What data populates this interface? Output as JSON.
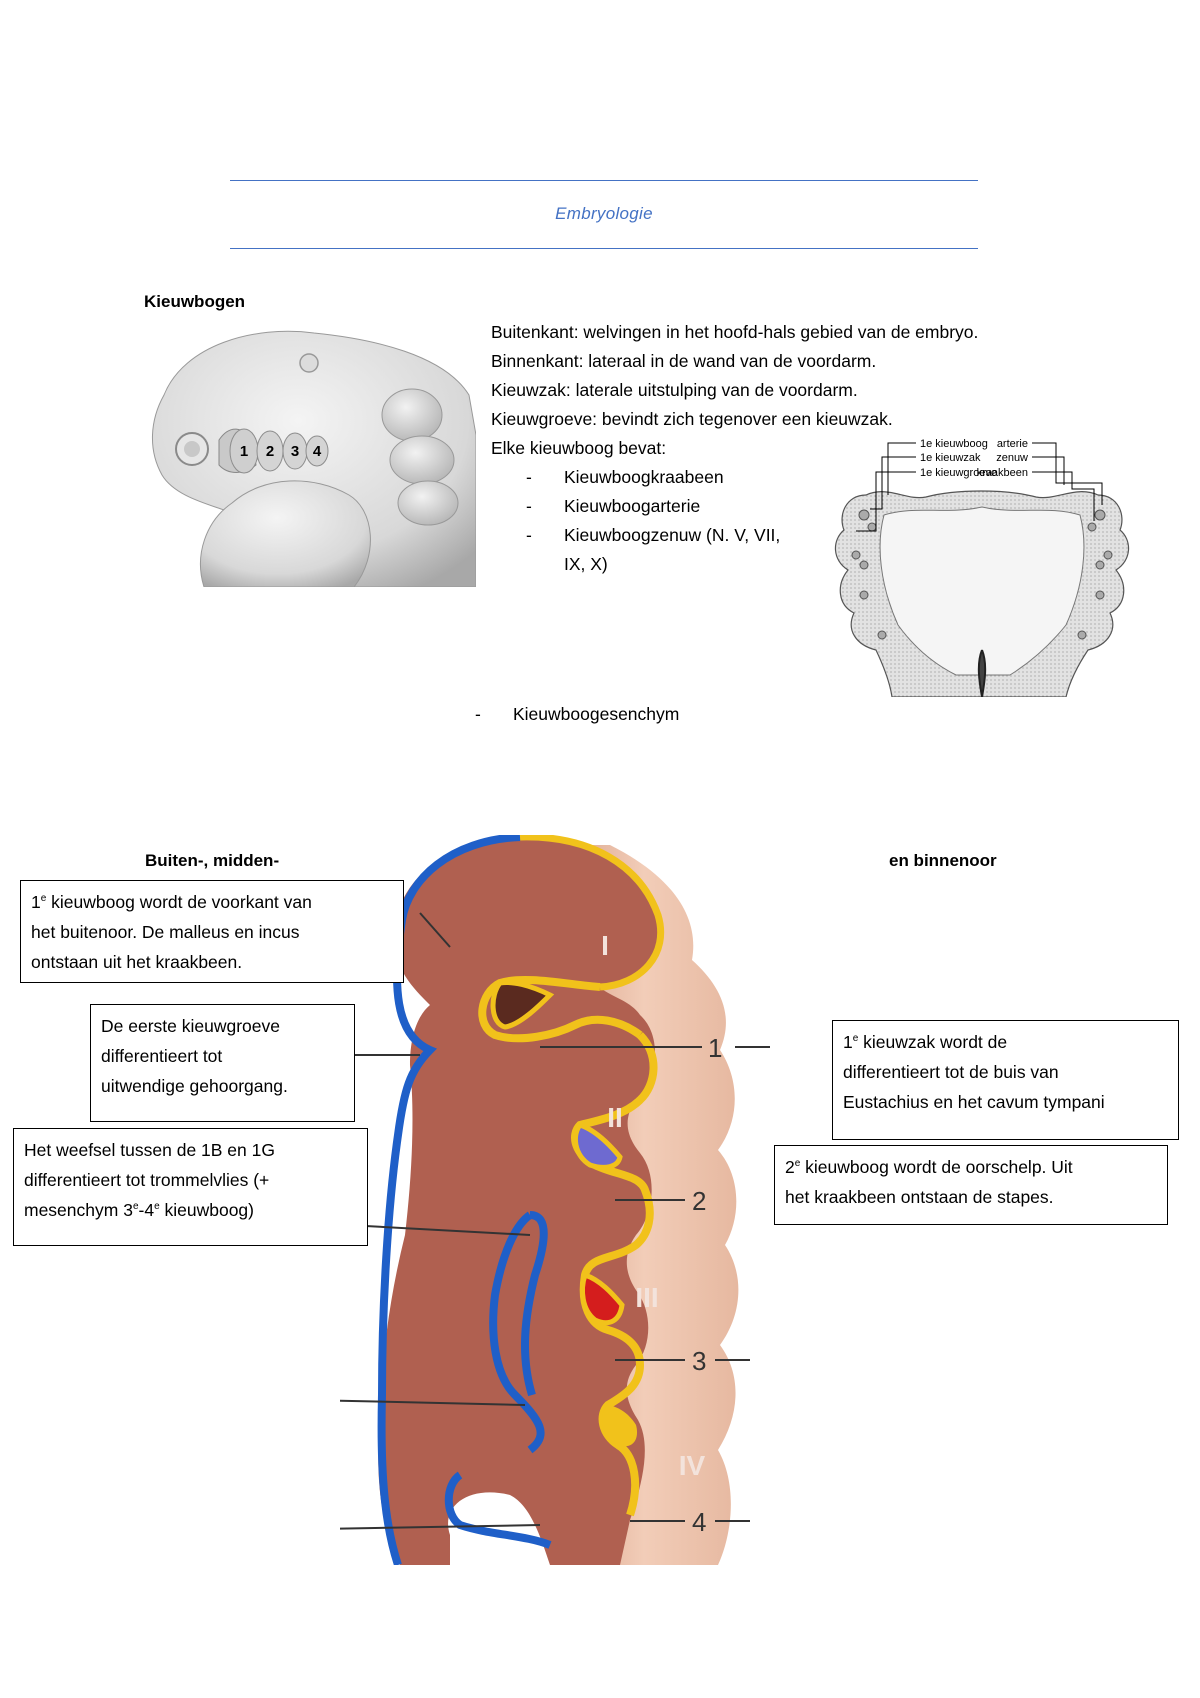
{
  "header": {
    "title": "Embryologie"
  },
  "section1": {
    "heading": "Kieuwbogen",
    "embryo_labels": [
      "1",
      "2",
      "3",
      "4"
    ],
    "lines": [
      "Buitenkant: welvingen in het hoofd-hals gebied van de embryo.",
      "Binnenkant: lateraal in de wand van de voordarm.",
      "Kieuwzak: laterale uitstulping van de voordarm.",
      "Kieuwgroeve: bevindt zich tegenover een kieuwzak.",
      "Elke kieuwboog bevat:"
    ],
    "bullets": [
      "Kieuwboogkraabeen",
      "Kieuwboogarterie",
      "Kieuwboogzenuw (N. V, VII,",
      "IX, X)"
    ],
    "extra_bullet": "Kieuwboogesenchym",
    "dash": "-",
    "diagram_labels": {
      "left": [
        "1e kieuwboog",
        "1e kieuwzak",
        "1e kieuwgroeve"
      ],
      "right": [
        "arterie",
        "zenuw",
        "kraakbeen"
      ]
    }
  },
  "section2": {
    "heading_left": "Buiten-, midden-",
    "heading_right": "en binnenoor",
    "box1": {
      "sup": "e",
      "lines": [
        "1",
        " kieuwboog wordt de voorkant van",
        "het buitenoor. De malleus en incus",
        "ontstaan uit het kraakbeen."
      ]
    },
    "box2": {
      "lines": [
        "De eerste kieuwgroeve",
        "differentieert tot",
        "uitwendige gehoorgang."
      ]
    },
    "box3": {
      "lines": [
        "Het weefsel tussen de 1B en 1G",
        "differentieert tot trommelvlies (+",
        "mesenchym 3",
        "-4",
        " kieuwboog)"
      ],
      "sup": "e"
    },
    "box4": {
      "sup": "e",
      "lines": [
        "1",
        " kieuwzak wordt de",
        "differentieert tot de buis van",
        "Eustachius en het cavum tympani"
      ]
    },
    "box5": {
      "sup": "e",
      "lines": [
        "2",
        " kieuwboog wordt de oorschelp. Uit",
        "het kraakbeen ontstaan de stapes."
      ]
    },
    "arch_numerals": [
      "I",
      "II",
      "III",
      "IV"
    ],
    "left_numbers": [
      "1",
      "2",
      "3",
      "4"
    ],
    "right_numbers": [
      "1",
      "2",
      "3",
      "4"
    ]
  }
}
